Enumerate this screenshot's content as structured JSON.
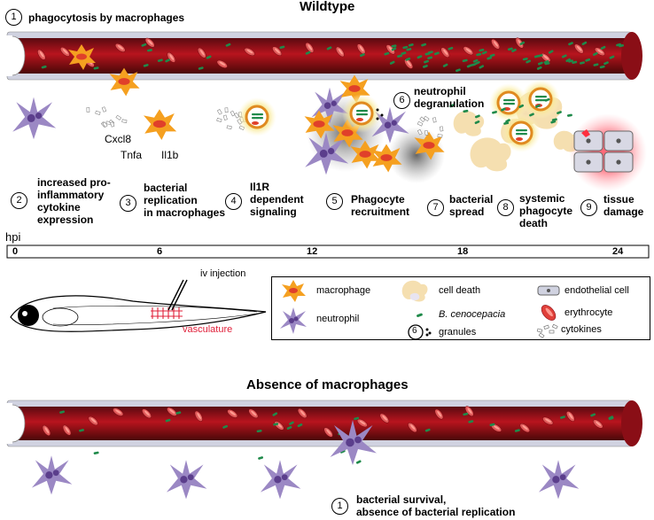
{
  "titles": {
    "wildtype": "Wildtype",
    "absence": "Absence of macrophages"
  },
  "steps": [
    {
      "num": "1",
      "text": "phagocytosis by macrophages"
    },
    {
      "num": "2",
      "text_lines": [
        "increased pro-",
        "inflammatory",
        "cytokine",
        "expression"
      ]
    },
    {
      "num": "3",
      "text_lines": [
        "bacterial",
        "replication",
        "in macrophages"
      ]
    },
    {
      "num": "4",
      "text_lines": [
        "Il1R",
        "dependent",
        "signaling"
      ]
    },
    {
      "num": "5",
      "text_lines": [
        "Phagocyte",
        "recruitment"
      ]
    },
    {
      "num": "6",
      "text_lines": [
        "neutrophil",
        "degranulation"
      ]
    },
    {
      "num": "7",
      "text_lines": [
        "bacterial",
        "spread"
      ]
    },
    {
      "num": "8",
      "text_lines": [
        "systemic",
        "phagocyte",
        "death"
      ]
    },
    {
      "num": "9",
      "text_lines": [
        "tissue",
        "damage"
      ]
    }
  ],
  "cytokine_labels": {
    "cxcl8": "Cxcl8",
    "tnfa": "Tnfa",
    "il1b": "Il1b"
  },
  "timeline": {
    "unit": "hpi",
    "ticks": [
      "0",
      "6",
      "12",
      "18",
      "24"
    ]
  },
  "embryo": {
    "injection": "iv injection",
    "vasculature": "vasculature"
  },
  "legend": {
    "macrophage": "macrophage",
    "neutrophil": "neutrophil",
    "cell_death": "cell death",
    "bacteria": "B. cenocepacia",
    "granules_num": "6",
    "granules": "granules",
    "endothelial": "endothelial cell",
    "erythrocyte": "erythrocyte",
    "cytokines": "cytokines"
  },
  "absence_step": {
    "num": "1",
    "text_lines": [
      "bacterial survival,",
      "absence of bacterial replication"
    ]
  },
  "colors": {
    "vessel_dark": "#5a0a10",
    "vessel_mid": "#a8121c",
    "rbc": "#e05a5a",
    "endothelium": "#d0d2e0",
    "macrophage": "#f5a020",
    "macrophage_core": "#e0402a",
    "neutrophil": "#9b88c4",
    "neutrophil_core": "#5b3e8c",
    "bacteria": "#1f8a4a",
    "cell_death": "#f5dfb0",
    "vasculature_label": "#e0203a"
  }
}
